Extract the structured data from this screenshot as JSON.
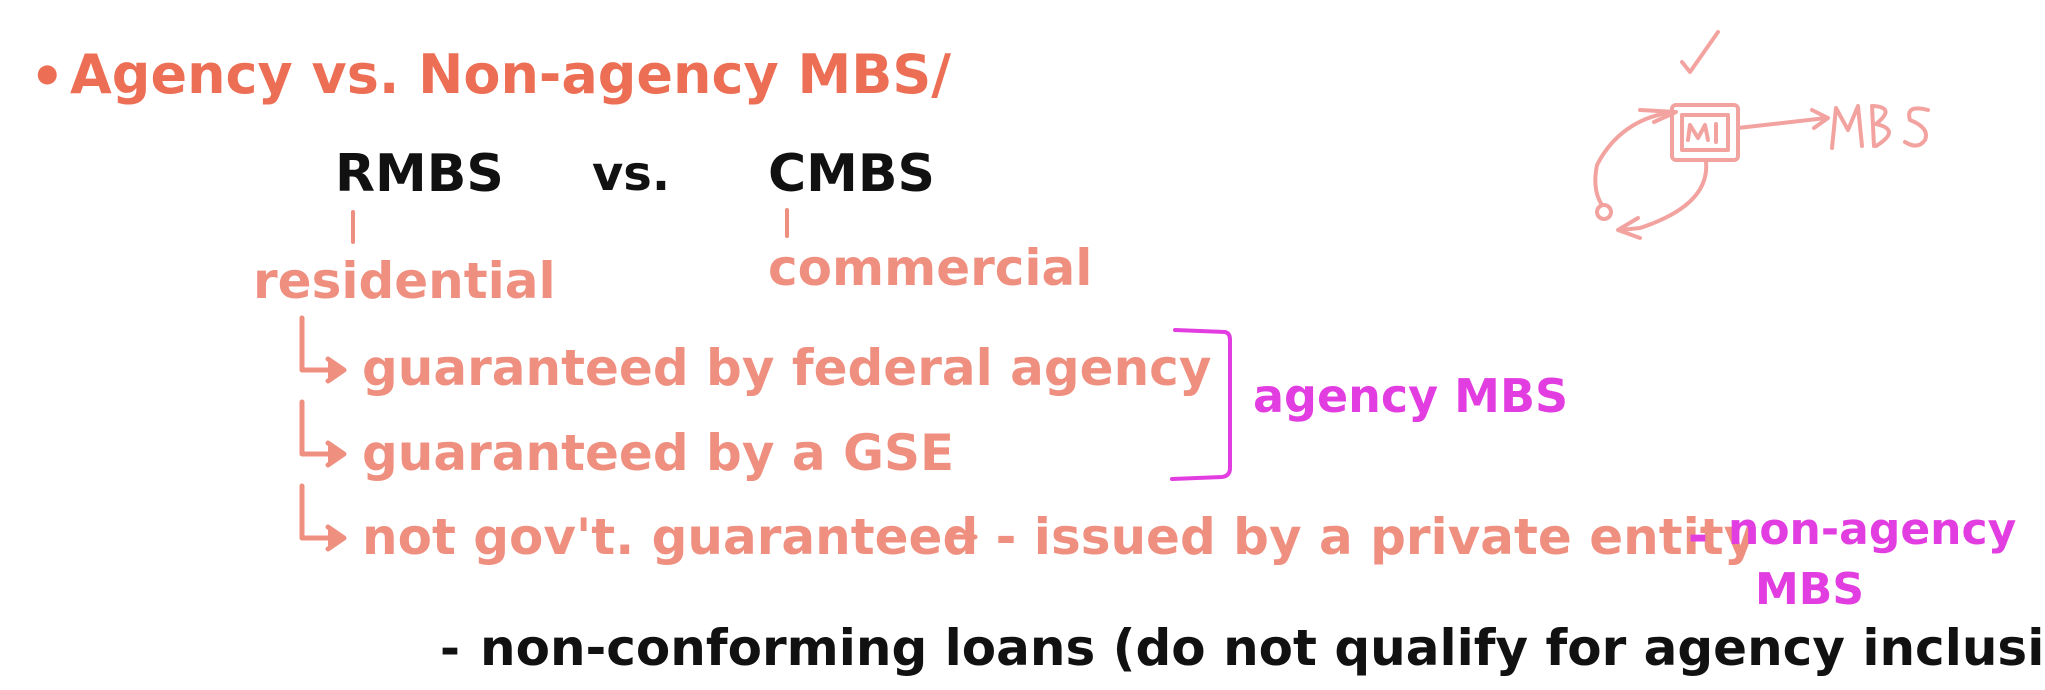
{
  "heading": {
    "bullet": "•",
    "text": "Agency vs. Non-agency MBS/"
  },
  "comparison": {
    "left": "RMBS",
    "middle": "vs.",
    "right": "CMBS"
  },
  "labels": {
    "residential": "residential",
    "commercial": "commercial"
  },
  "branches": [
    "guaranteed by federal agency",
    "guaranteed by a GSE",
    "not gov't. guaranteed - issued by a private entity"
  ],
  "annotations": {
    "agency": "agency MBS",
    "nonagency_dash": "-",
    "nonagency_line1": "non-agency",
    "nonagency_line2": "MBS",
    "nonconforming_dash": "-",
    "nonconforming": "non-conforming loans (do not qualify for agency inclusion)",
    "sketch_label": "MBS"
  },
  "colors": {
    "heading": "#ec6f55",
    "salmon": "#ef8f80",
    "magenta": "#e23de0",
    "black": "#111111",
    "sketch": "#f2a3a0"
  }
}
